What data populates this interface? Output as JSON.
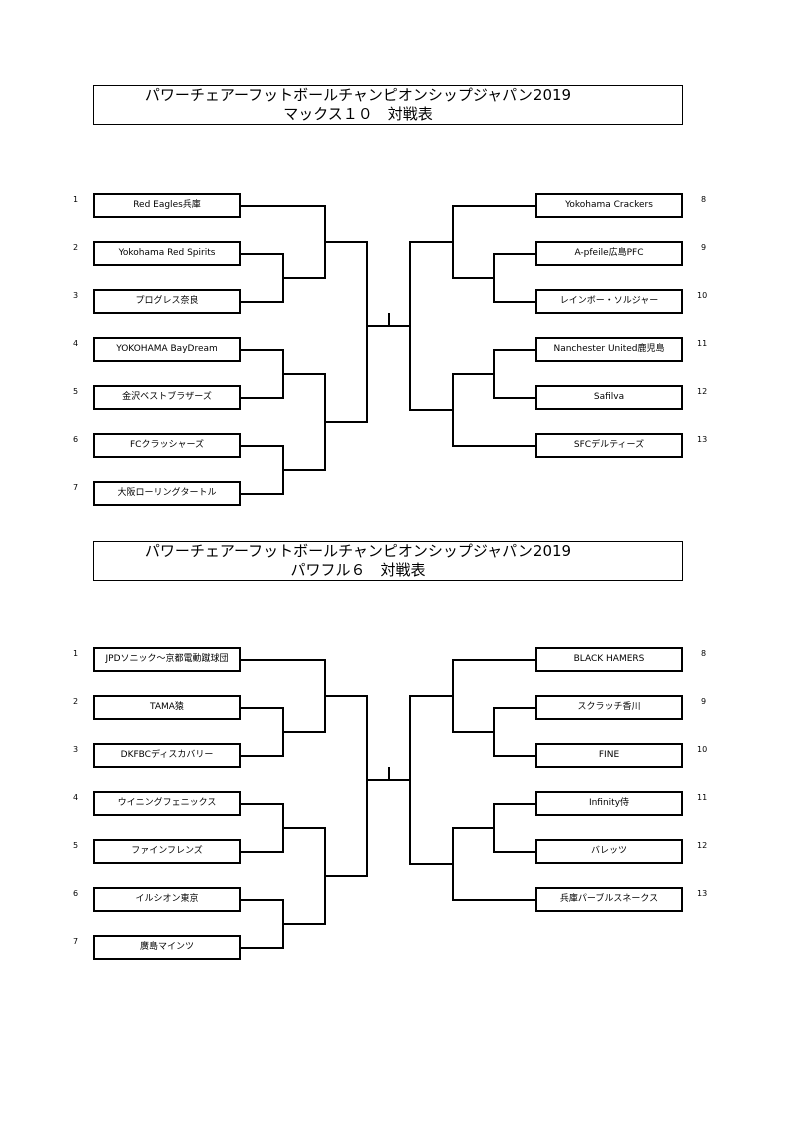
{
  "brackets": [
    {
      "title_line1": "パワーチェアーフットボールチャンピオンシップジャパン2019",
      "title_line2": "マックス１０　対戦表",
      "left": [
        {
          "seed": "1",
          "name": "Red Eagles兵庫"
        },
        {
          "seed": "2",
          "name": "Yokohama Red Spirits"
        },
        {
          "seed": "3",
          "name": "プログレス奈良"
        },
        {
          "seed": "4",
          "name": "YOKOHAMA BayDream"
        },
        {
          "seed": "5",
          "name": "金沢ベストブラザーズ"
        },
        {
          "seed": "6",
          "name": "FCクラッシャーズ"
        },
        {
          "seed": "7",
          "name": "大阪ローリングタートル"
        }
      ],
      "right": [
        {
          "seed": "8",
          "name": "Yokohama Crackers"
        },
        {
          "seed": "9",
          "name": "A-pfeile広島PFC"
        },
        {
          "seed": "10",
          "name": "レインボー・ソルジャー"
        },
        {
          "seed": "11",
          "name": "Nanchester United鹿児島"
        },
        {
          "seed": "12",
          "name": "Safilva"
        },
        {
          "seed": "13",
          "name": "SFCデルティーズ"
        }
      ]
    },
    {
      "title_line1": "パワーチェアーフットボールチャンピオンシップジャパン2019",
      "title_line2": "パワフル６　対戦表",
      "left": [
        {
          "seed": "1",
          "name": "JPDソニック～京都電動蹴球団"
        },
        {
          "seed": "2",
          "name": "TAMA猿"
        },
        {
          "seed": "3",
          "name": "DKFBCディスカバリー"
        },
        {
          "seed": "4",
          "name": "ウイニングフェニックス"
        },
        {
          "seed": "5",
          "name": "ファインフレンズ"
        },
        {
          "seed": "6",
          "name": "イルシオン東京"
        },
        {
          "seed": "7",
          "name": "廣島マインツ"
        }
      ],
      "right": [
        {
          "seed": "8",
          "name": "BLACK HAMERS"
        },
        {
          "seed": "9",
          "name": "スクラッチ香川"
        },
        {
          "seed": "10",
          "name": "FINE"
        },
        {
          "seed": "11",
          "name": "Infinity侍"
        },
        {
          "seed": "12",
          "name": "バレッツ"
        },
        {
          "seed": "13",
          "name": "兵庫パーブルスネークス"
        }
      ]
    }
  ]
}
